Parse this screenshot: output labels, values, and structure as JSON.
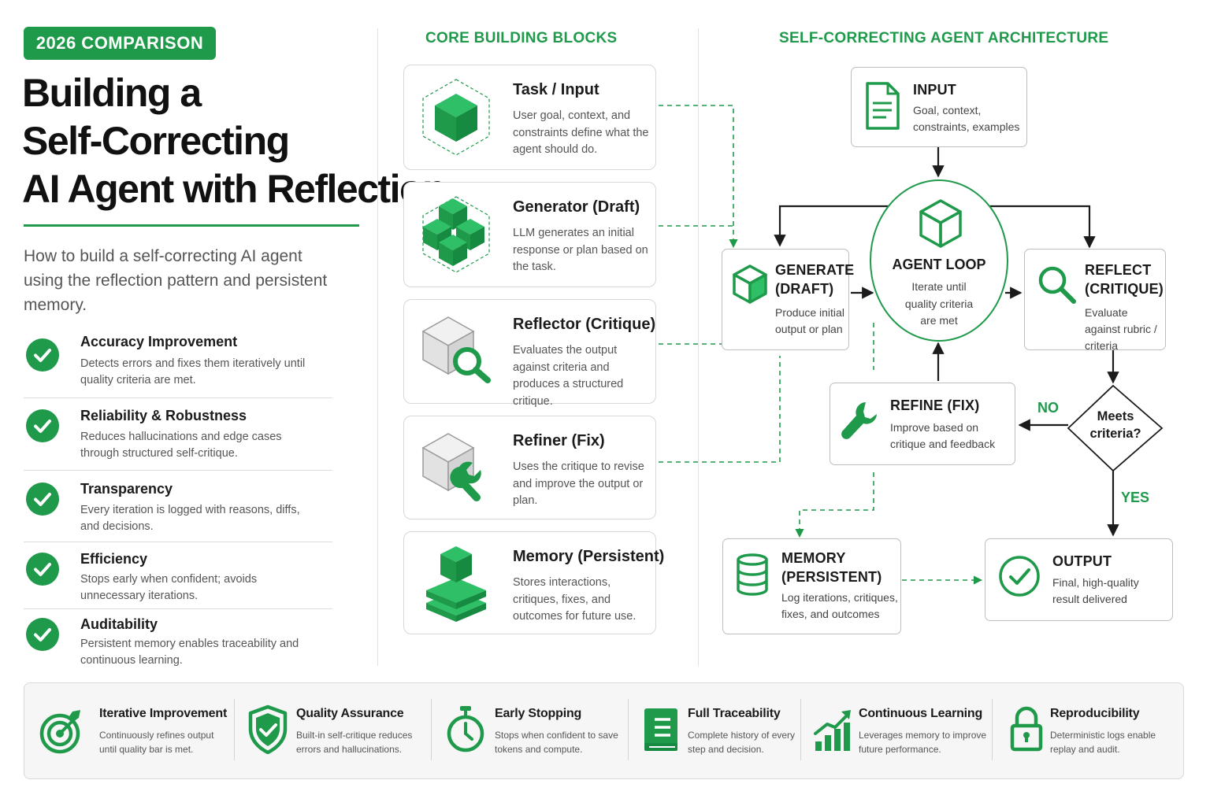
{
  "header": {
    "badge": "2026 COMPARISON",
    "title_lines": [
      "Building a",
      "Self-Correcting",
      "AI Agent with Reflection"
    ],
    "subtitle": "How to build a self-correcting AI agent using the reflection pattern and persistent memory."
  },
  "benefits": [
    {
      "title": "Accuracy Improvement",
      "desc": "Detects errors and fixes them iteratively until quality criteria are met."
    },
    {
      "title": "Reliability & Robustness",
      "desc": "Reduces hallucinations and edge cases through structured self-critique."
    },
    {
      "title": "Transparency",
      "desc": "Every iteration is logged with reasons, diffs, and decisions."
    },
    {
      "title": "Efficiency",
      "desc": "Stops early when confident; avoids unnecessary iterations."
    },
    {
      "title": "Auditability",
      "desc": "Persistent memory enables traceability and continuous learning."
    }
  ],
  "building_blocks": {
    "heading": "CORE BUILDING BLOCKS",
    "items": [
      {
        "title": "Task / Input",
        "desc": "User goal, context, and constraints define what the agent should do.",
        "icon": "cube-icon"
      },
      {
        "title": "Generator (Draft)",
        "desc": "LLM generates an initial response or plan based on the task.",
        "icon": "stacked-cubes-icon"
      },
      {
        "title": "Reflector (Critique)",
        "desc": "Evaluates the output against criteria and produces a structured critique.",
        "icon": "cube-magnifier-icon"
      },
      {
        "title": "Refiner (Fix)",
        "desc": "Uses the critique to revise and improve the output or plan.",
        "icon": "cube-wrench-icon"
      },
      {
        "title": "Memory (Persistent)",
        "desc": "Stores interactions, critiques, fixes, and outcomes for future use.",
        "icon": "layered-cube-icon"
      }
    ]
  },
  "architecture": {
    "heading": "SELF-CORRECTING AGENT ARCHITECTURE",
    "input": {
      "title": "INPUT",
      "desc": "Goal, context, constraints, examples",
      "icon": "document-icon"
    },
    "generate": {
      "title": "GENERATE (DRAFT)",
      "desc": "Produce initial output or plan",
      "icon": "cube-outline-icon"
    },
    "loop": {
      "title": "AGENT LOOP",
      "desc": "Iterate until quality criteria are met",
      "icon": "cube-outline-icon"
    },
    "reflect": {
      "title": "REFLECT (CRITIQUE)",
      "desc": "Evaluate against rubric / criteria",
      "icon": "magnifier-icon"
    },
    "refine": {
      "title": "REFINE (FIX)",
      "desc": "Improve based on critique and feedback",
      "icon": "wrench-icon"
    },
    "decision": {
      "text": "Meets criteria?",
      "no": "NO",
      "yes": "YES"
    },
    "memory": {
      "title": "MEMORY (PERSISTENT)",
      "desc": "Log iterations, critiques, fixes, and outcomes",
      "icon": "database-icon"
    },
    "output": {
      "title": "OUTPUT",
      "desc": "Final, high-quality result delivered",
      "icon": "check-circle-icon"
    }
  },
  "features": [
    {
      "title": "Iterative Improvement",
      "desc": "Continuously refines output until quality bar is met.",
      "icon": "target-icon"
    },
    {
      "title": "Quality Assurance",
      "desc": "Built-in self-critique reduces errors and hallucinations.",
      "icon": "shield-icon"
    },
    {
      "title": "Early Stopping",
      "desc": "Stops when confident to save tokens and compute.",
      "icon": "stopwatch-icon"
    },
    {
      "title": "Full Traceability",
      "desc": "Complete history of every step and decision.",
      "icon": "book-icon"
    },
    {
      "title": "Continuous Learning",
      "desc": "Leverages memory to improve future performance.",
      "icon": "growth-chart-icon"
    },
    {
      "title": "Reproducibility",
      "desc": "Deterministic logs enable replay and audit.",
      "icon": "lock-icon"
    }
  ],
  "colors": {
    "accent": "#1f9a4b",
    "text": "#1b1b1b",
    "muted": "#555555",
    "border": "#d7d7d7"
  }
}
